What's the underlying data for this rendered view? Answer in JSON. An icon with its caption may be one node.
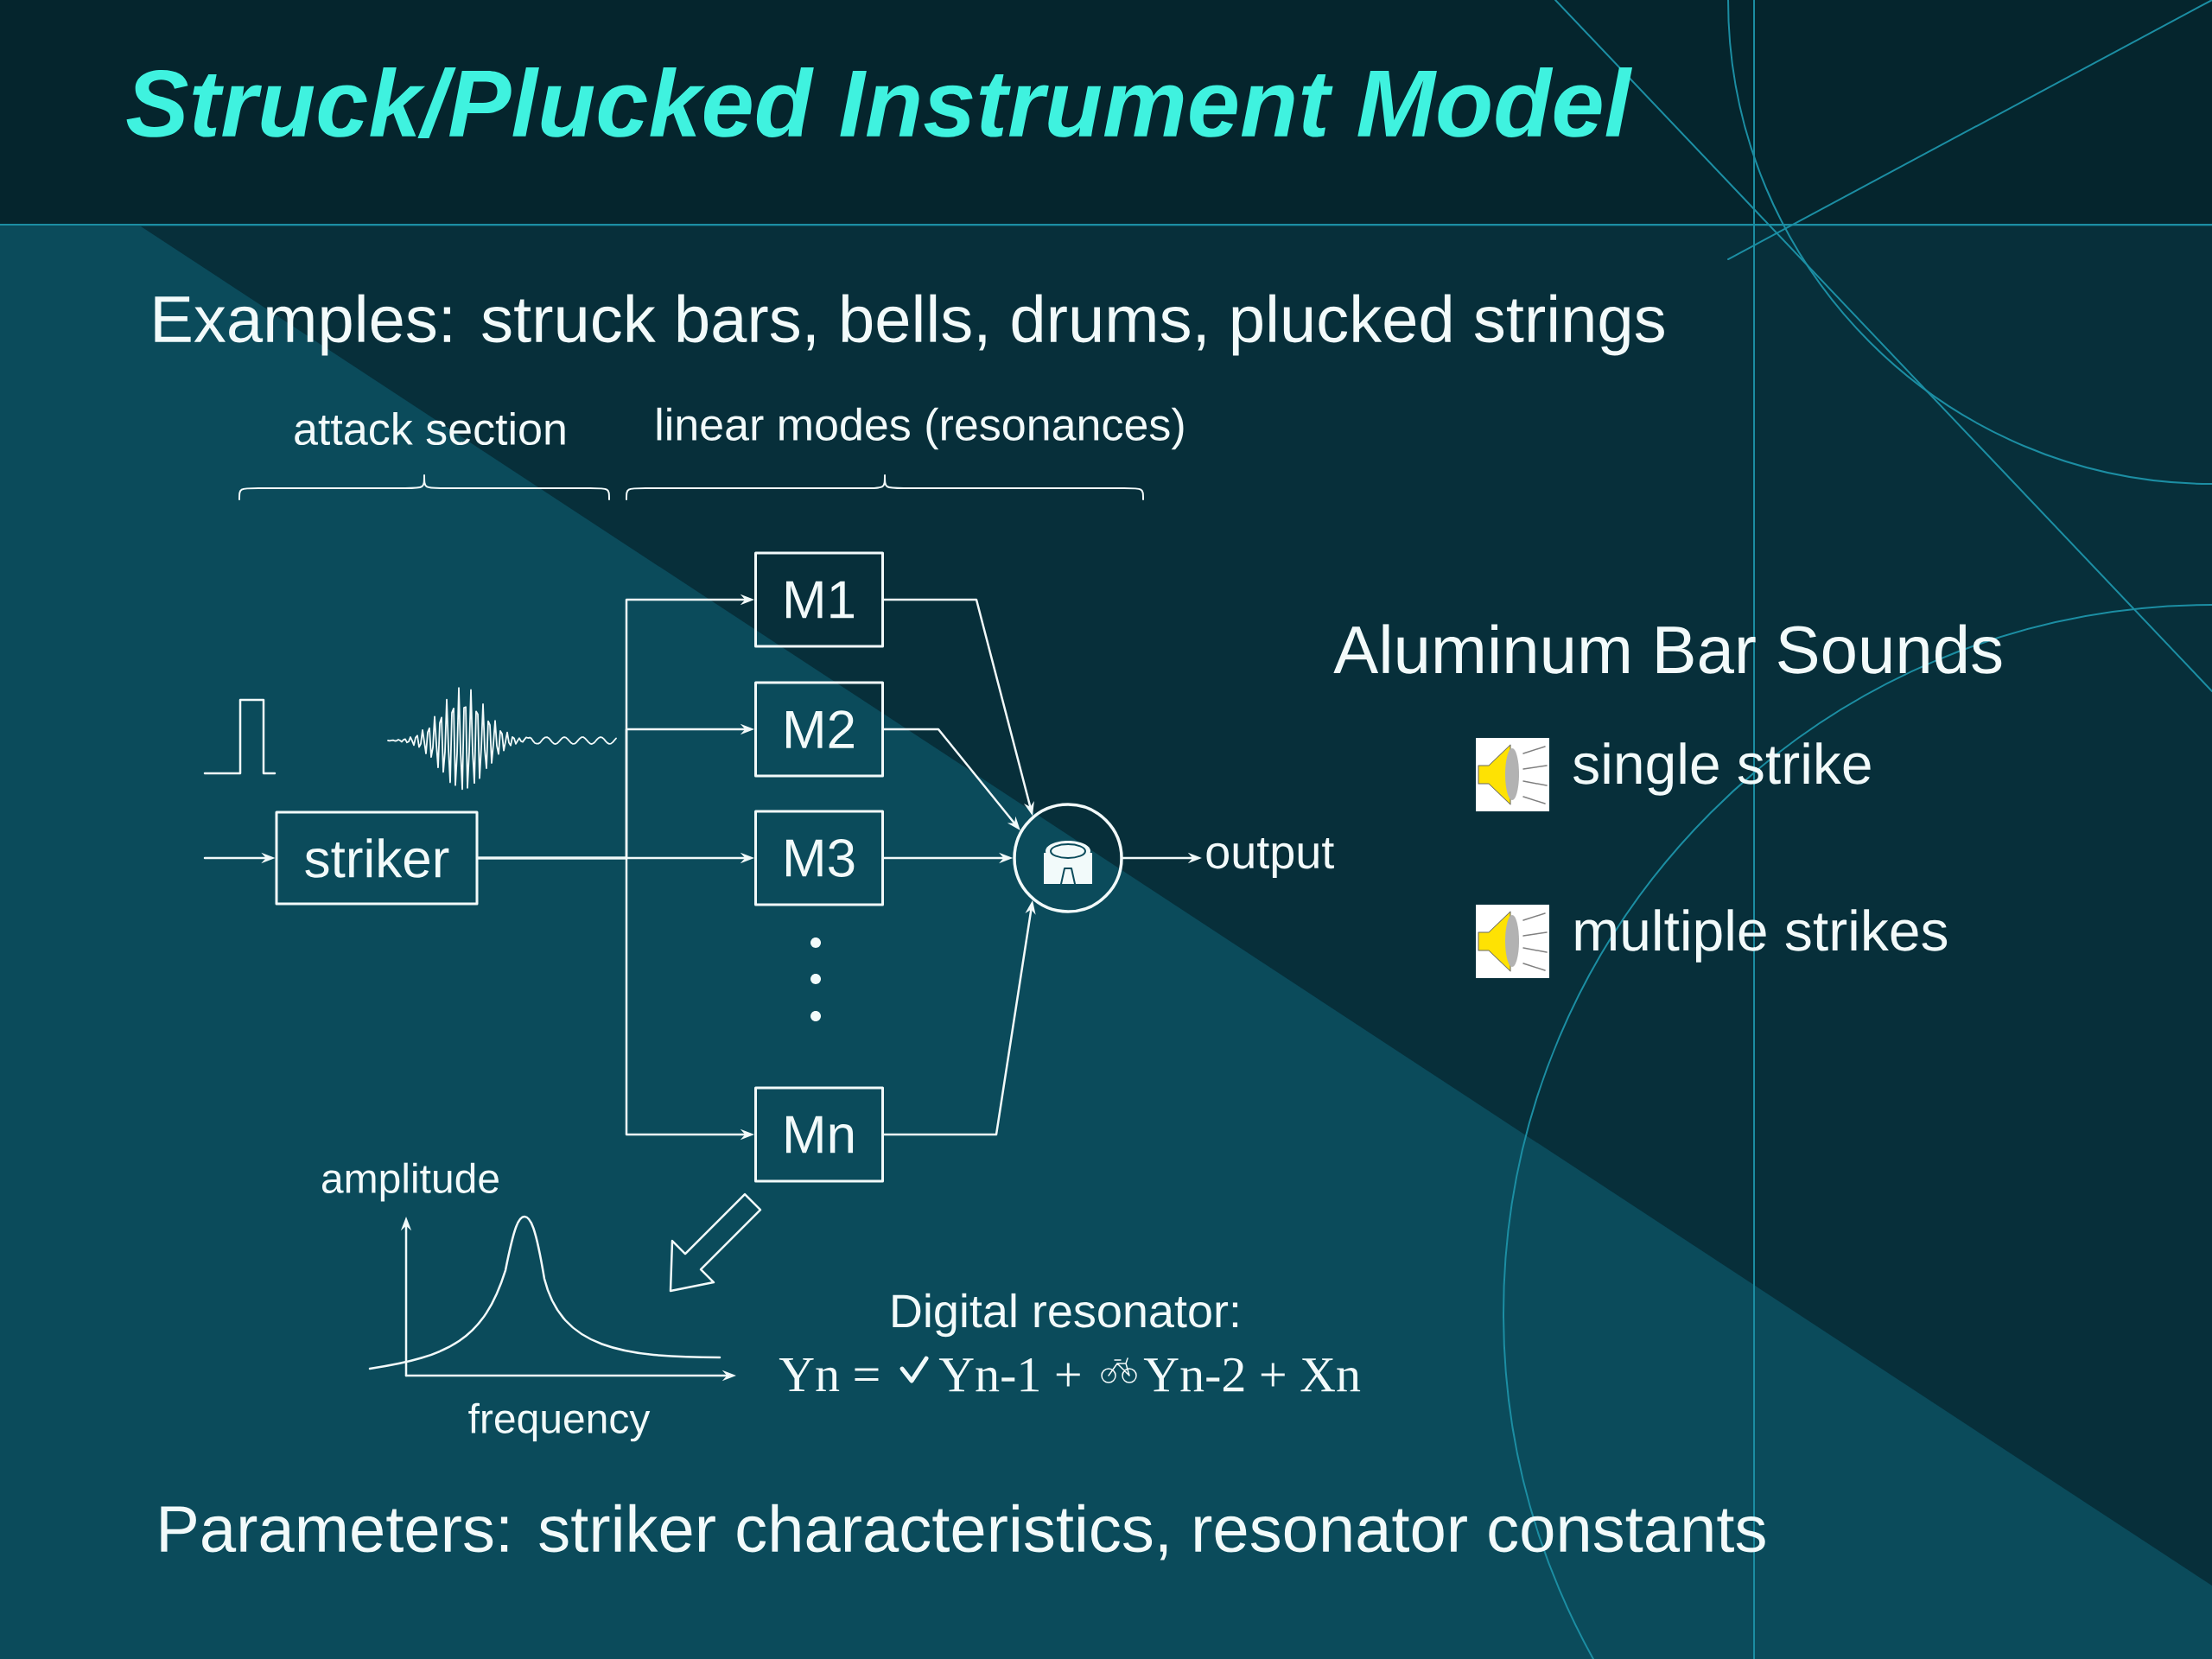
{
  "diagram": {
    "title": "Struck/Plucked Instrument Model",
    "nodes": [
      {
        "text": [
          "striker"
        ]
      },
      {
        "text": [
          "M1"
        ]
      },
      {
        "text": [
          "M2"
        ]
      },
      {
        "text": [
          "M3"
        ]
      },
      {
        "text": [
          "Mn"
        ]
      },
      {
        "text": [],
        "shape": "circle"
      },
      {
        "text": [
          "output"
        ]
      }
    ],
    "edges": [
      {
        "from": null,
        "to": 0,
        "arrow": "to"
      },
      {
        "from": 0,
        "to": 1,
        "arrow": "to"
      },
      {
        "from": 0,
        "to": 2,
        "arrow": "to"
      },
      {
        "from": 0,
        "to": 3,
        "arrow": "to"
      },
      {
        "from": 0,
        "to": 4,
        "arrow": "to"
      },
      {
        "from": 1,
        "to": 5,
        "arrow": "to"
      },
      {
        "from": 2,
        "to": 5,
        "arrow": "to"
      },
      {
        "from": 3,
        "to": 5,
        "arrow": "to"
      },
      {
        "from": 4,
        "to": 5,
        "arrow": "to"
      },
      {
        "from": 5,
        "to": 6,
        "arrow": "to"
      }
    ],
    "labels": [
      "Examples: struck bars, bells, drums, plucked strings",
      "attack section",
      "linear modes (resonances)",
      "Aluminum Bar Sounds",
      "single strike",
      "multiple strikes",
      "amplitude",
      "Digital resonator:",
      "Yn =",
      "Yn-1 +",
      "Yn-2 + Xn",
      "frequency",
      "Parameters: striker characteristics, resonator constants"
    ]
  }
}
